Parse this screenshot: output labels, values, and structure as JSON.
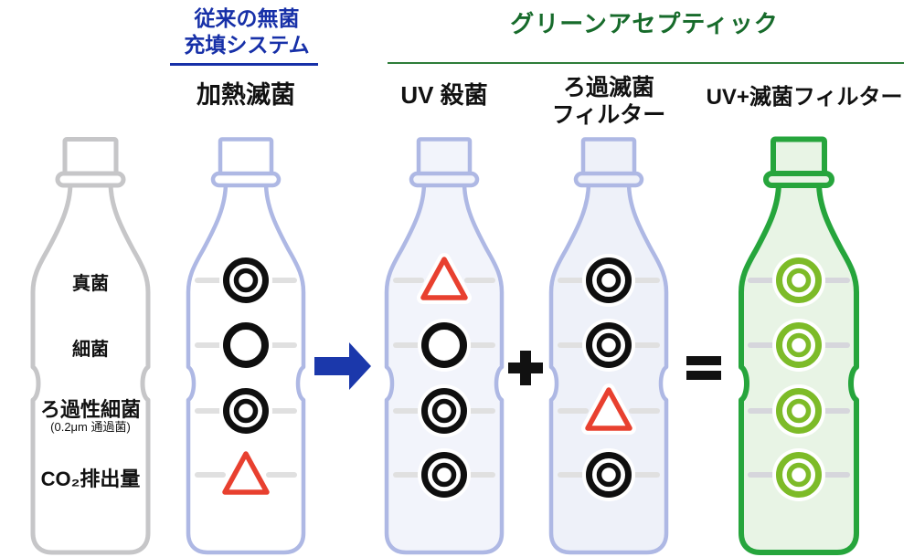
{
  "titles": {
    "conventional": "従来の無菌\n充填システム",
    "green": "グリーンアセプティック"
  },
  "columns": [
    {
      "header": "加熱滅菌"
    },
    {
      "header": "UV 殺菌"
    },
    {
      "header": "ろ過滅菌\nフィルター"
    },
    {
      "header": "UV+滅菌フィルター"
    }
  ],
  "rows": [
    {
      "label": "真菌"
    },
    {
      "label": "細菌"
    },
    {
      "label": "ろ過性細菌",
      "sublabel": "(0.2μm 通過菌)"
    },
    {
      "label": "CO₂排出量"
    }
  ],
  "operators": {
    "transform": "→",
    "combine": "+",
    "result": "="
  },
  "colors": {
    "accent_blue": "#1730a8",
    "accent_green_title": "#176b2b",
    "arrow_blue": "#1b38ab",
    "mark_black": "#0f0f0f",
    "mark_red": "#e8402f",
    "mark_green": "#7dbb28"
  },
  "bottles": [
    {
      "name": "legend-bottle",
      "stroke": "#c6c6c8",
      "fill": "#ffffff",
      "stroke_width": 5,
      "dash_color": null,
      "circle_color": "#0f0f0f",
      "triangle_color": "#e8402f",
      "marks": []
    },
    {
      "name": "heat-sterilization-bottle",
      "stroke": "#aeb8e4",
      "fill": "#ffffff",
      "stroke_width": 4.5,
      "dash_color": "#e0e0e0",
      "circle_color": "#0f0f0f",
      "triangle_color": "#e8402f",
      "marks": [
        "double-circle",
        "single-circle",
        "double-circle",
        "triangle"
      ]
    },
    {
      "name": "uv-sterilization-bottle",
      "stroke": "#aeb8e4",
      "fill": "#f2f4fb",
      "stroke_width": 4.5,
      "dash_color": "#e0e0e0",
      "circle_color": "#0f0f0f",
      "triangle_color": "#e8402f",
      "marks": [
        "triangle",
        "single-circle",
        "double-circle",
        "double-circle"
      ]
    },
    {
      "name": "filter-sterilization-bottle",
      "stroke": "#aeb8e4",
      "fill": "#eef1f9",
      "stroke_width": 4.5,
      "dash_color": "#e0e0e0",
      "circle_color": "#0f0f0f",
      "triangle_color": "#e8402f",
      "marks": [
        "double-circle",
        "double-circle",
        "triangle",
        "double-circle"
      ]
    },
    {
      "name": "green-aseptic-bottle",
      "stroke": "#26a53c",
      "fill": "#e8f4e5",
      "stroke_width": 6,
      "dash_color": "#d6d6dc",
      "circle_color": "#7dbb28",
      "triangle_color": "#e8402f",
      "marks": [
        "double-circle",
        "double-circle",
        "double-circle",
        "double-circle"
      ]
    }
  ]
}
